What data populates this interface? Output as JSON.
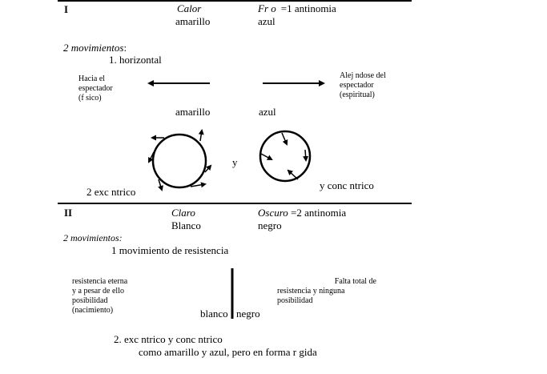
{
  "section1": {
    "roman": "I",
    "col1_head": "Calor",
    "col2_head": "Fr o",
    "antinomy": "=1  antinomia",
    "col1_color": "amarillo",
    "col2_color": "azul",
    "movements_title": "2 movimientos",
    "movements_colon": ":",
    "item1": "1.   horizontal",
    "left_note": [
      "Hacia el",
      "espectador",
      "(f sico)"
    ],
    "right_note": [
      "Alej  ndose del",
      "espectador",
      "(espiritual)"
    ],
    "col1_label": "amarillo",
    "col2_label": "azul",
    "connector": "y",
    "item2_left": "2   exc  ntrico",
    "item2_right": "y conc  ntrico"
  },
  "section2": {
    "roman": "II",
    "col1_head": "Claro",
    "col2_head": "Oscuro",
    "antinomy": " =2  antinomia",
    "col1_color": "Blanco",
    "col2_color": "negro",
    "movements_title": "2 movimientos:",
    "item1": "1   movimiento de resistencia",
    "left_note": [
      "resistencia eterna",
      "y a pesar de ello",
      "posibilidad",
      "(nacimiento)"
    ],
    "right_note": [
      "Falta      total     de",
      "resistencia     y      ninguna",
      "posibilidad"
    ],
    "white_label": "blanco",
    "black_label": "negro",
    "item2": "2.   exc  ntrico y conc  ntrico",
    "item2_sub": "como amarillo y azul, pero en forma r gida"
  },
  "colors": {
    "ink": "#000000",
    "background": "#ffffff"
  }
}
